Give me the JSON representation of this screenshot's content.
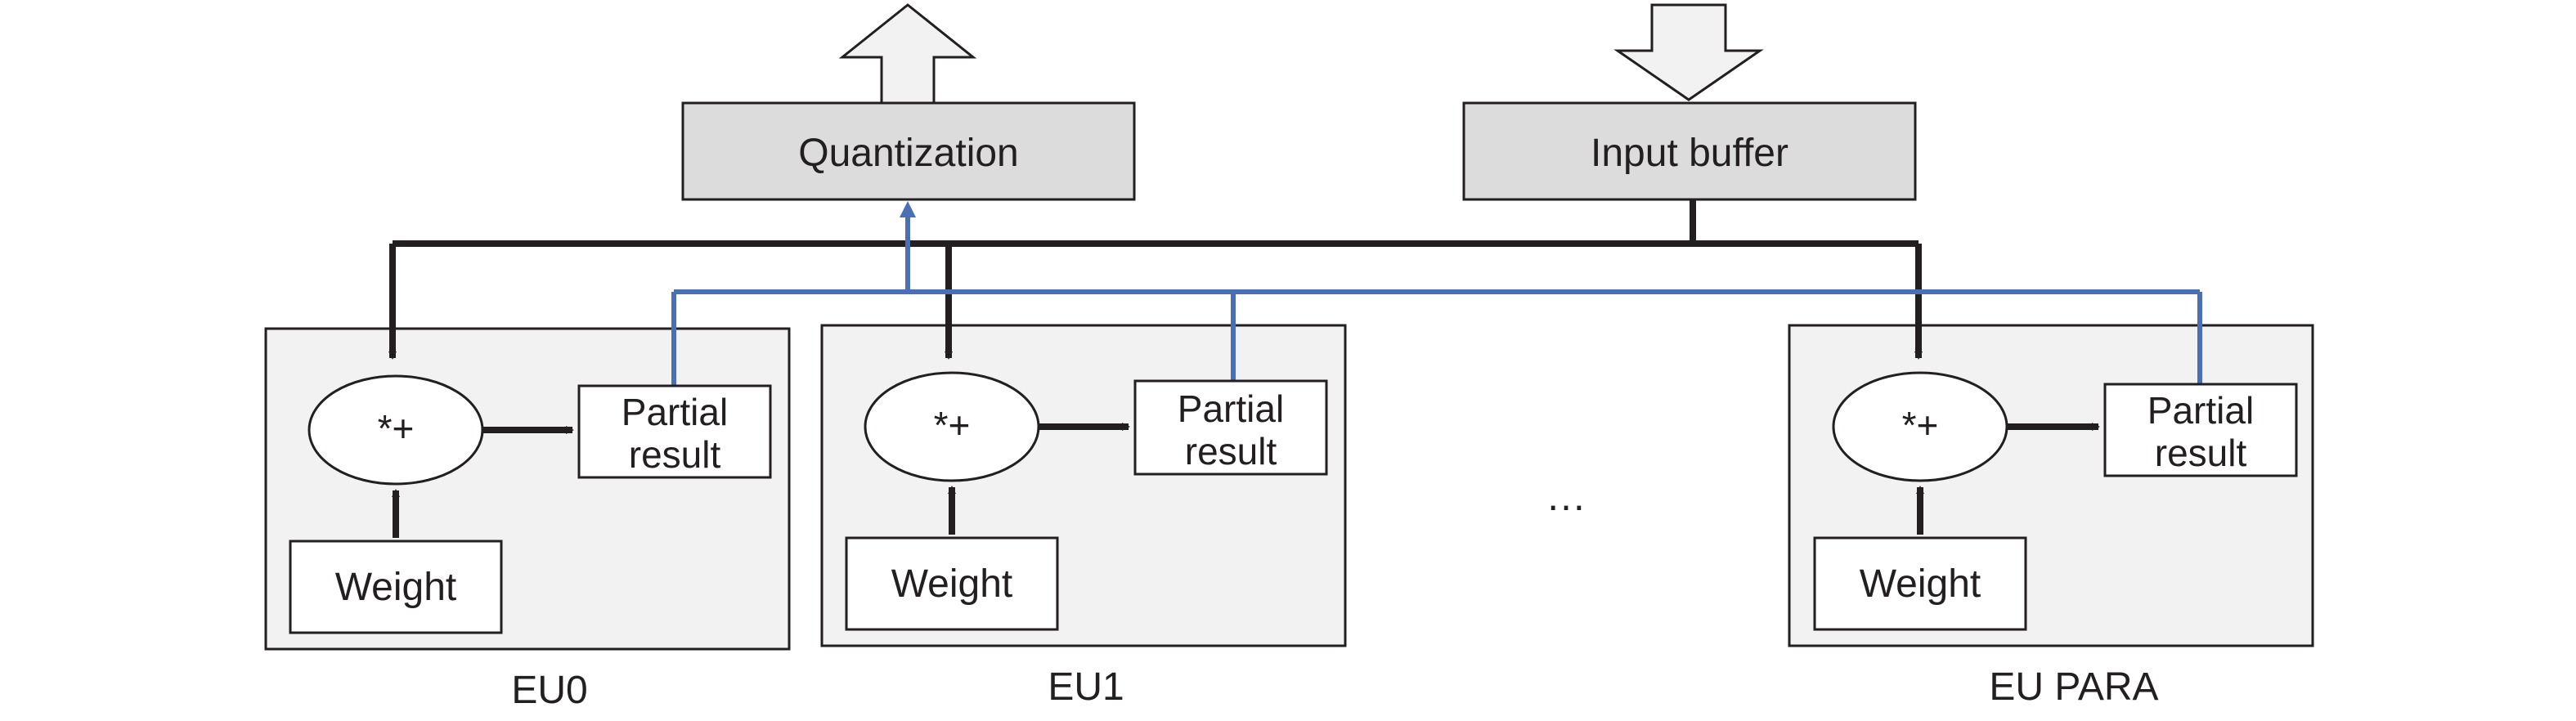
{
  "top": {
    "quantization_label": "Quantization",
    "input_buffer_label": "Input buffer"
  },
  "units": [
    {
      "label": "EU0",
      "op_label": "*+",
      "partial_label_line1": "Partial",
      "partial_label_line2": "result",
      "weight_label": "Weight"
    },
    {
      "label": "EU1",
      "op_label": "*+",
      "partial_label_line1": "Partial",
      "partial_label_line2": "result",
      "weight_label": "Weight"
    },
    {
      "label": "EU PARA",
      "op_label": "*+",
      "partial_label_line1": "Partial",
      "partial_label_line2": "result",
      "weight_label": "Weight"
    }
  ],
  "ellipsis": "…",
  "colors": {
    "data_line": "#231f20",
    "result_line": "#4a6fb5",
    "block_fill": "#dcdcdc",
    "unit_fill": "#f2f2f2",
    "arrow_fill": "#f2f2f2"
  }
}
